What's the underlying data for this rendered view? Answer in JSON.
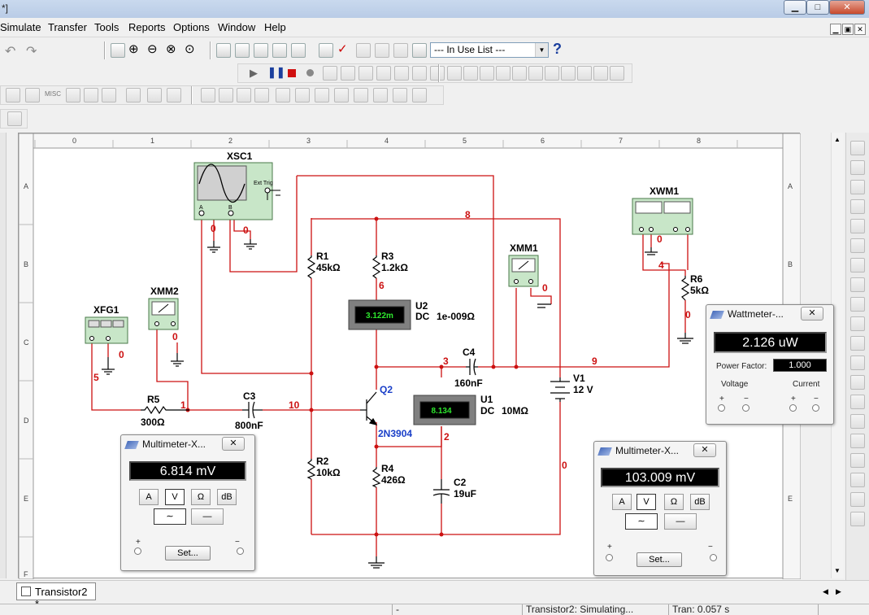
{
  "window": {
    "title": "*]",
    "minimize": "▁",
    "maximize": "□",
    "close": "✕"
  },
  "menu": [
    "Simulate",
    "Transfer",
    "Tools",
    "Reports",
    "Options",
    "Window",
    "Help"
  ],
  "toolbar": {
    "in_use_list": "--- In Use List ---",
    "help": "?"
  },
  "ruler": {
    "columns": [
      "0",
      "1",
      "2",
      "3",
      "4",
      "5",
      "6",
      "7",
      "8"
    ],
    "rows": [
      "A",
      "B",
      "C",
      "D",
      "E",
      "F"
    ]
  },
  "schematic": {
    "components": {
      "R1": {
        "name": "R1",
        "value": "45kΩ"
      },
      "R2": {
        "name": "R2",
        "value": "10kΩ"
      },
      "R3": {
        "name": "R3",
        "value": "1.2kΩ"
      },
      "R4": {
        "name": "R4",
        "value": "426Ω"
      },
      "R5": {
        "name": "R5",
        "value": "300Ω"
      },
      "R6": {
        "name": "R6",
        "value": "5kΩ"
      },
      "C2": {
        "name": "C2",
        "value": "19uF"
      },
      "C3": {
        "name": "C3",
        "value": "800nF"
      },
      "C4": {
        "name": "C4",
        "value": "160nF"
      },
      "V1": {
        "name": "V1",
        "value": "12 V"
      },
      "Q2": {
        "name": "Q2",
        "model": "2N3904"
      },
      "U1": {
        "name": "U1",
        "mode": "DC",
        "res": "10MΩ",
        "reading": "8.134"
      },
      "U2": {
        "name": "U2",
        "mode": "DC",
        "res": "1e-009Ω",
        "reading": "3.122m"
      },
      "XSC1": {
        "name": "XSC1",
        "trig": "Ext Trig",
        "a": "A",
        "b": "B"
      },
      "XFG1": {
        "name": "XFG1"
      },
      "XMM1": {
        "name": "XMM1"
      },
      "XMM2": {
        "name": "XMM2"
      },
      "XWM1": {
        "name": "XWM1"
      }
    },
    "nets": {
      "n0a": "0",
      "n0b": "0",
      "n0c": "0",
      "n0d": "0",
      "n0e": "0",
      "n0f": "0",
      "n0g": "0",
      "n0h": "0",
      "n1": "1",
      "n2": "2",
      "n3": "3",
      "n4": "4",
      "n5": "5",
      "n6": "6",
      "n8": "8",
      "n9": "9",
      "n10": "10"
    }
  },
  "wattmeter": {
    "title": "Wattmeter-...",
    "reading": "2.126 uW",
    "pf_label": "Power Factor:",
    "pf_value": "1.000",
    "voltage": "Voltage",
    "current": "Current",
    "plus": "+",
    "minus": "−"
  },
  "multimeter1": {
    "title": "Multimeter-X...",
    "reading": "6.814 mV",
    "btn_a": "A",
    "btn_v": "V",
    "btn_ohm": "Ω",
    "btn_db": "dB",
    "set": "Set...",
    "plus": "+",
    "minus": "−"
  },
  "multimeter2": {
    "title": "Multimeter-X...",
    "reading": "103.009 mV",
    "btn_a": "A",
    "btn_v": "V",
    "btn_ohm": "Ω",
    "btn_db": "dB",
    "set": "Set...",
    "plus": "+",
    "minus": "−"
  },
  "tabs": {
    "active": "Transistor2 *"
  },
  "status": {
    "dash": "-",
    "simulating": "Transistor2: Simulating...",
    "tran": "Tran: 0.057 s"
  },
  "colors": {
    "wire": "#cc1111",
    "display_green": "#2ee62e",
    "net_label": "#cc1111",
    "transistor_label": "#1a3fc8"
  }
}
